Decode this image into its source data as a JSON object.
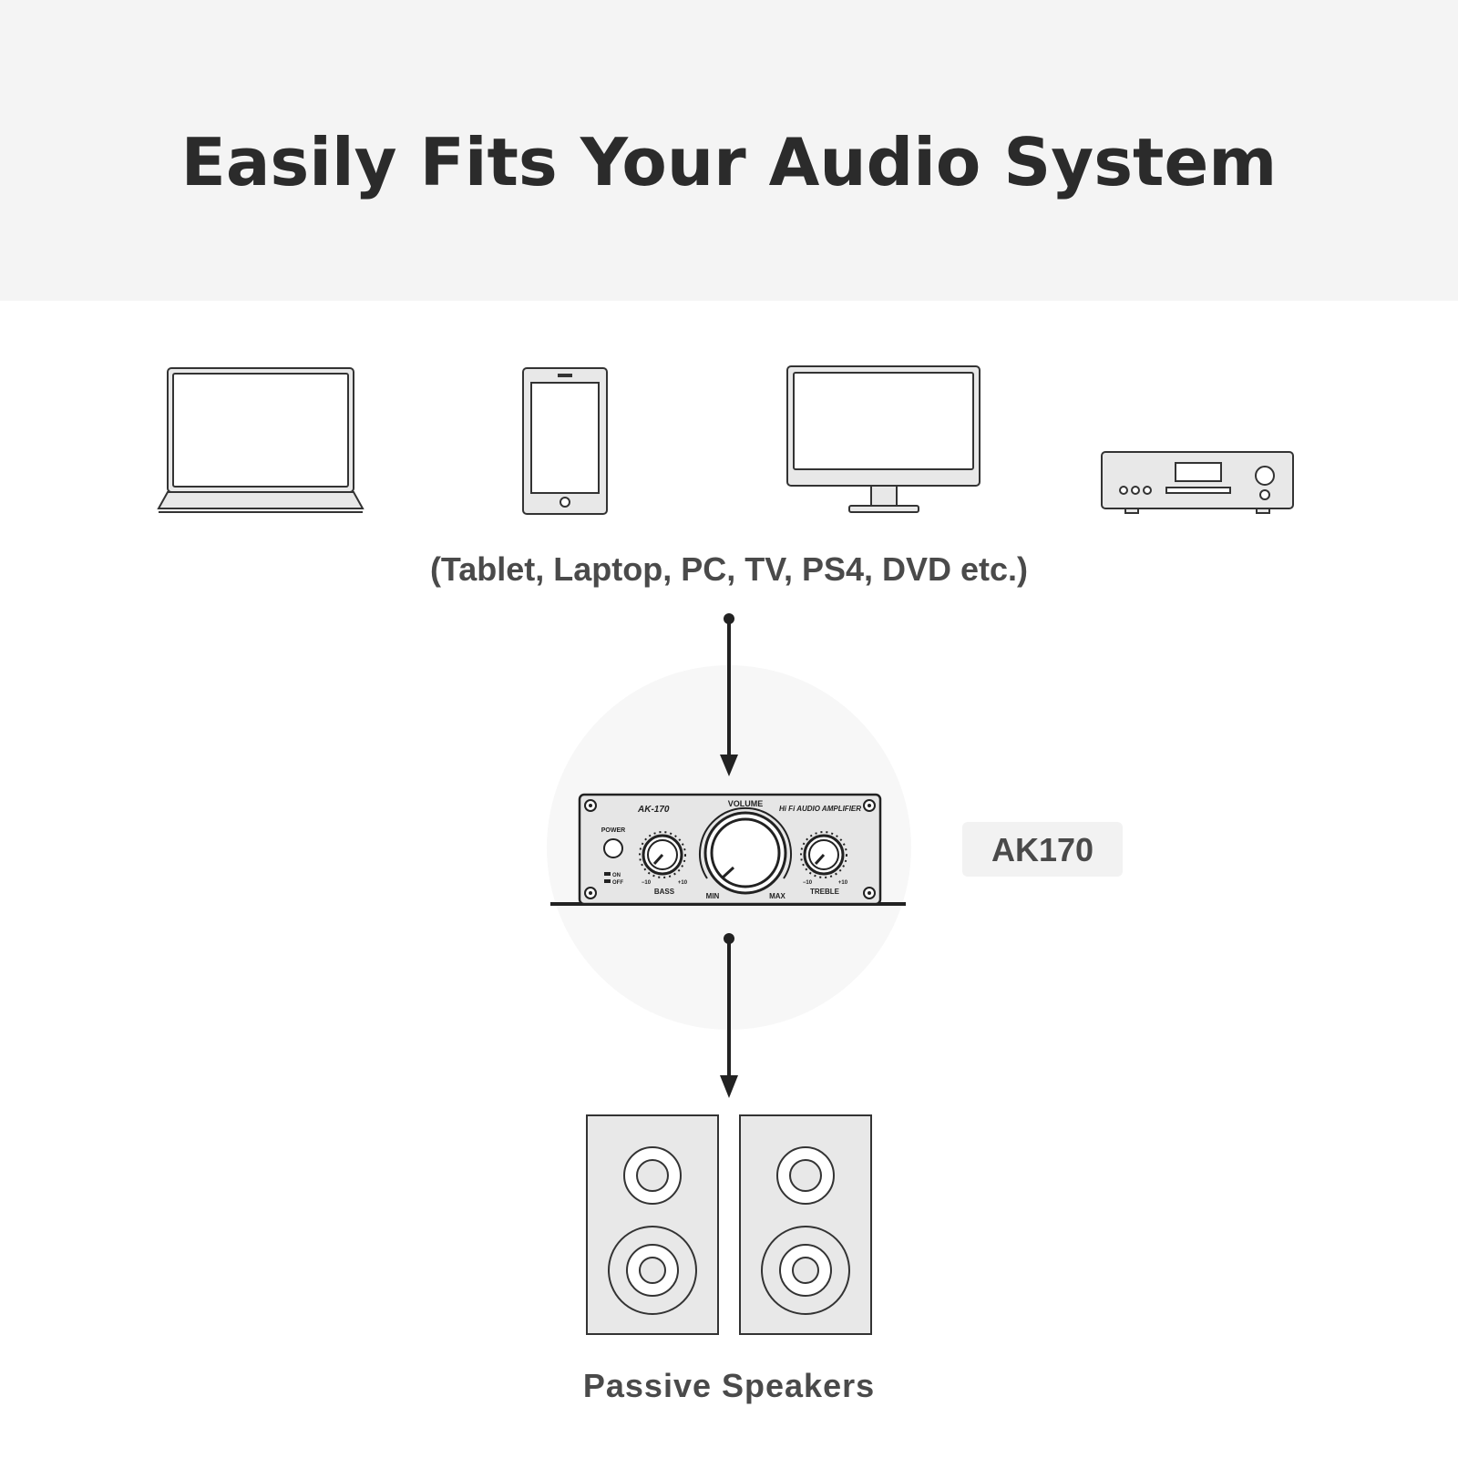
{
  "header": {
    "title": "Easily Fits Your Audio System",
    "background": "#f4f4f4"
  },
  "sources": {
    "icons": [
      "laptop-icon",
      "smartphone-icon",
      "monitor-icon",
      "dvd-player-icon"
    ],
    "caption": "(Tablet, Laptop, PC, TV, PS4, DVD etc.)"
  },
  "amplifier": {
    "model_label": "AK-170",
    "brand_label": "Hi Fi AUDIO AMPLIFIER",
    "power_label": "POWER",
    "on_label": "ON",
    "off_label": "OFF",
    "volume_label": "VOLUME",
    "min_label": "MIN",
    "max_label": "MAX",
    "bass_label": "BASS",
    "treble_label": "TREBLE",
    "minus_label": "−10",
    "plus_label": "+10"
  },
  "badge": {
    "text": "AK170"
  },
  "speakers": {
    "caption": "Passive Speakers"
  },
  "colors": {
    "line": "#222222",
    "icon_fill": "#e8e8e8",
    "text": "#4a4a4a"
  }
}
